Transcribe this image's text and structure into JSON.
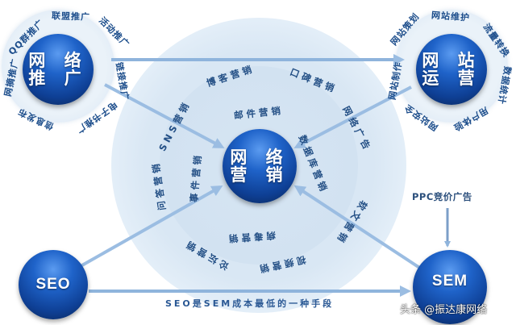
{
  "diagram": {
    "center": {
      "label_line1": "网 络",
      "label_line2": "营 销"
    },
    "top_left_node": {
      "label_line1": "网 络",
      "label_line2": "推 广",
      "ring_items": [
        "联盟推广",
        "活动推广",
        "链接推广",
        "电子书推广",
        "信息发布",
        "网摘推广",
        "QQ群推广"
      ]
    },
    "top_right_node": {
      "label_line1": "网 站",
      "label_line2": "运 营",
      "ring_items": [
        "网站策划",
        "网站维护",
        "流量转换",
        "数据统计",
        "用户体验",
        "网站安全",
        "网站制作"
      ]
    },
    "marketing_methods": [
      "博客营销",
      "口碑营销",
      "网络广告",
      "软文营销",
      "视频营销",
      "论坛营销",
      "问答营销",
      "SNS营销",
      "邮件营销",
      "数据库营销",
      "病毒营销",
      "事件营销"
    ],
    "seo_node": {
      "label": "SEO"
    },
    "sem_node": {
      "label": "SEM"
    },
    "ppc_label": "PPC竞价广告",
    "bottom_caption": "SEO是SEM成本最低的一种手段",
    "watermark": "头条 @振达康网络",
    "colors": {
      "ball_blue": "#1f63c9",
      "ball_dark": "#0a2553",
      "arrow": "#8fb4dc",
      "text": "#1d4e8c",
      "circle_bg": "#d9e7f4"
    }
  }
}
